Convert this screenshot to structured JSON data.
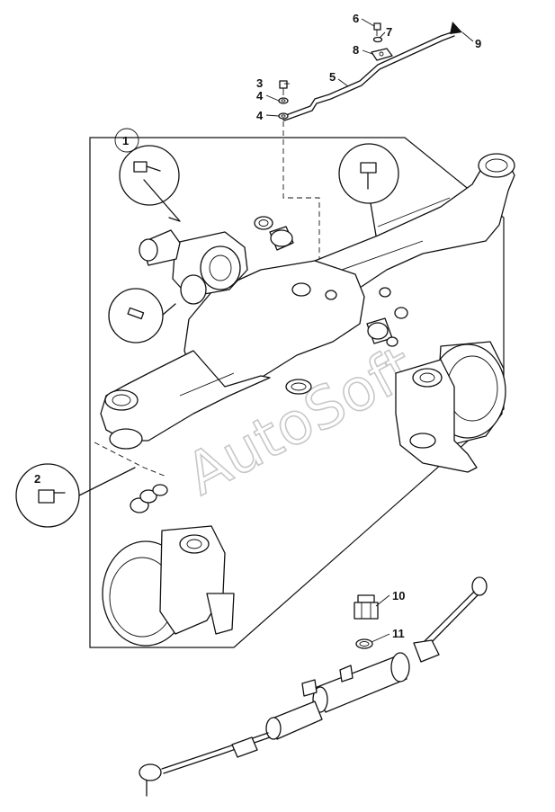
{
  "watermark": "AutoSoft",
  "callouts": [
    {
      "id": "c1",
      "label": "1"
    },
    {
      "id": "c2",
      "label": "2"
    },
    {
      "id": "c3",
      "label": "3"
    },
    {
      "id": "c4a",
      "label": "4"
    },
    {
      "id": "c4b",
      "label": "4"
    },
    {
      "id": "c5",
      "label": "5"
    },
    {
      "id": "c6",
      "label": "6"
    },
    {
      "id": "c7",
      "label": "7"
    },
    {
      "id": "c8",
      "label": "8"
    },
    {
      "id": "c9",
      "label": "9"
    },
    {
      "id": "c10",
      "label": "10"
    },
    {
      "id": "c11",
      "label": "11"
    }
  ]
}
